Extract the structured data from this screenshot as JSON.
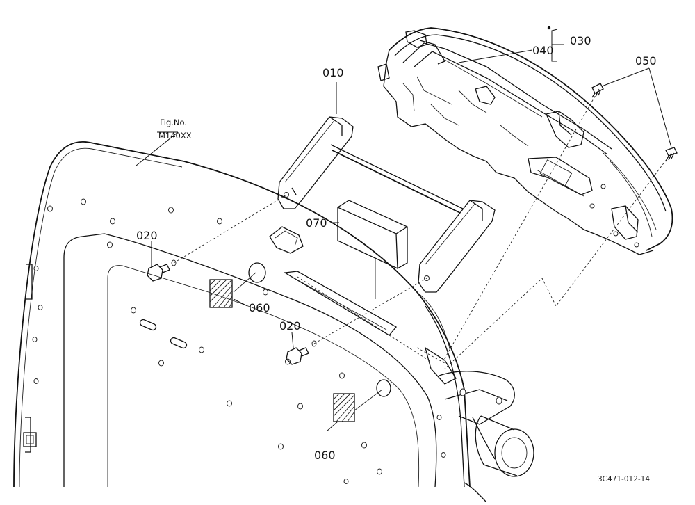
{
  "figure": {
    "fig_label_line1": "Fig.No.",
    "fig_label_line2": "M140XX",
    "drawing_code": "3C471-012-14"
  },
  "callouts": {
    "p010": "010",
    "p020a": "020",
    "p020b": "020",
    "p030": "030",
    "p040": "040",
    "p050": "050",
    "p060a": "060",
    "p060b": "060",
    "p070": "070"
  }
}
